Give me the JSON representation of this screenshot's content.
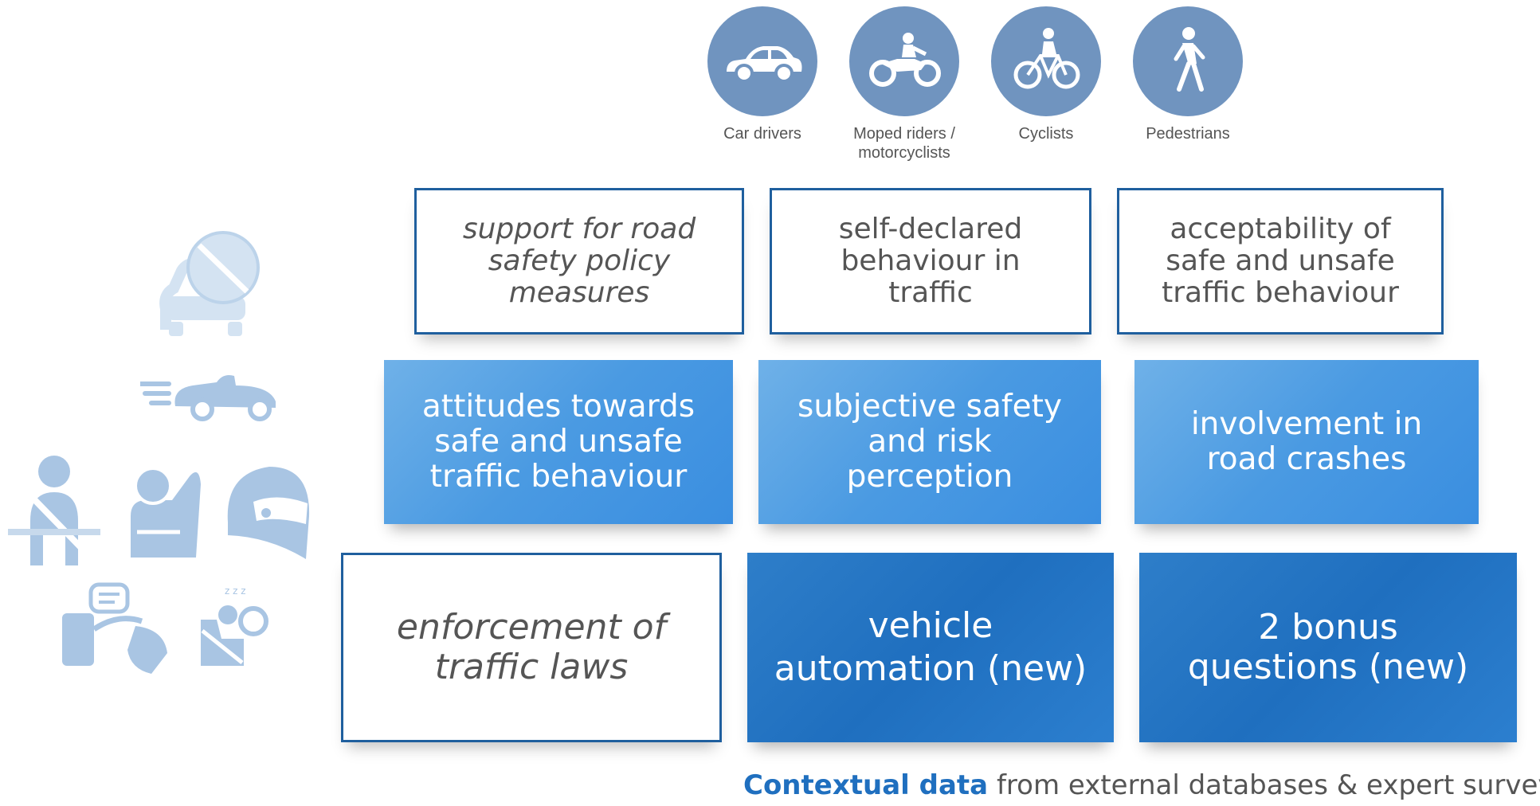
{
  "road_users": [
    {
      "label": "Car drivers",
      "icon": "car-icon"
    },
    {
      "label": "Moped riders /\nmotorcyclists",
      "icon": "motorcycle-icon"
    },
    {
      "label": "Cyclists",
      "icon": "bicycle-icon"
    },
    {
      "label": "Pedestrians",
      "icon": "pedestrian-icon"
    }
  ],
  "tiles": {
    "row1": [
      "support for road\nsafety policy\nmeasures",
      "self-declared\nbehaviour in\ntraffic",
      "acceptability of\nsafe and unsafe\ntraffic behaviour"
    ],
    "row2": [
      "attitudes towards\nsafe and unsafe\ntraffic behaviour",
      "subjective safety\nand risk\nperception",
      "involvement in\nroad crashes"
    ],
    "row3": [
      "enforcement of\ntraffic laws",
      "vehicle\nautomation (new)",
      "2 bonus\nquestions (new)"
    ]
  },
  "side_icons": [
    "no-alcohol-car-icon",
    "speeding-car-icon",
    "seatbelt-icon",
    "child-seat-icon",
    "helmet-icon",
    "phone-distraction-icon",
    "fatigue-icon"
  ],
  "footer": {
    "emphasis": "Contextual data",
    "rest": " from external databases & expert survey"
  },
  "colors": {
    "circle": "#7094bf",
    "tile_mid": "#4a9ae2",
    "tile_dark": "#1f6fbf",
    "tile_border": "#1f5f9e",
    "side_icon": "#a9c5e3"
  }
}
